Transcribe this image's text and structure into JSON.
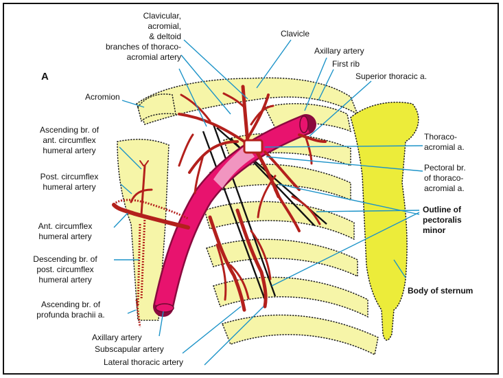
{
  "figure_letter": "A",
  "labels": {
    "branches": [
      "Clavicular,",
      "acromial,",
      "& deltoid",
      "branches of  thoraco-",
      "acromial artery"
    ],
    "clavicle": "Clavicle",
    "axillary_top": "Axillary artery",
    "first_rib": "First rib",
    "superior_thoracic": "Superior thoracic a.",
    "acromion": "Acromion",
    "ascending_ant_circ": [
      "Ascending br. of",
      "ant. circumflex",
      "humeral artery"
    ],
    "post_circ": [
      "Post. circumflex",
      "humeral artery"
    ],
    "ant_circ": [
      "Ant. circumflex",
      "humeral artery"
    ],
    "descending_post": [
      "Descending br. of",
      "post. circumflex",
      "humeral artery"
    ],
    "ascending_profunda": [
      "Ascending br. of",
      "profunda brachii a."
    ],
    "thoraco_acromial": [
      "Thoraco-",
      "acromial a."
    ],
    "pectoral_br": [
      "Pectoral br.",
      "of thoraco-",
      "acromial a."
    ],
    "pectoralis_minor": [
      "Outline of",
      "pectoralis",
      "minor"
    ],
    "sternum": "Body of sternum",
    "bottom": [
      "Axillary artery",
      "Subscapular artery",
      "Lateral thoracic artery"
    ]
  },
  "colors": {
    "bone": "#f6f5a8",
    "bone_edge": "#222222",
    "sternum": "#ecec3a",
    "axillary": "#e8136e",
    "branch": "#b3201c",
    "branch_dark": "#7a120f",
    "leader": "#1c93c8",
    "pec_line": "#111111"
  }
}
